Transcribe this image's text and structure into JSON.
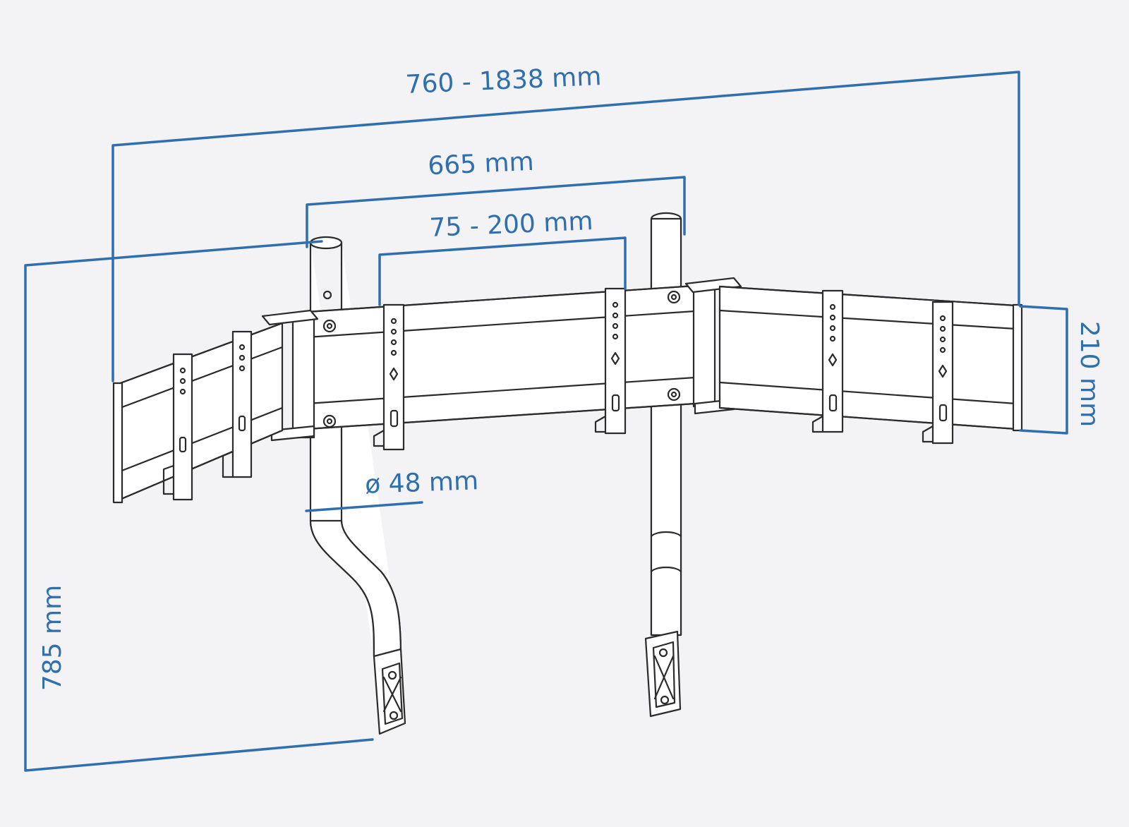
{
  "colors": {
    "background": "#f3f3f5",
    "dimension": "#2f6fad",
    "outline": "#2b2b2b",
    "fill": "#ffffff"
  },
  "dimensions": {
    "overall_width": "760 - 1838 mm",
    "pole_spacing": "665 mm",
    "vesa_range": "75 - 200 mm",
    "tube_diameter": "ø 48 mm",
    "bar_height": "210 mm",
    "total_height": "785 mm"
  }
}
